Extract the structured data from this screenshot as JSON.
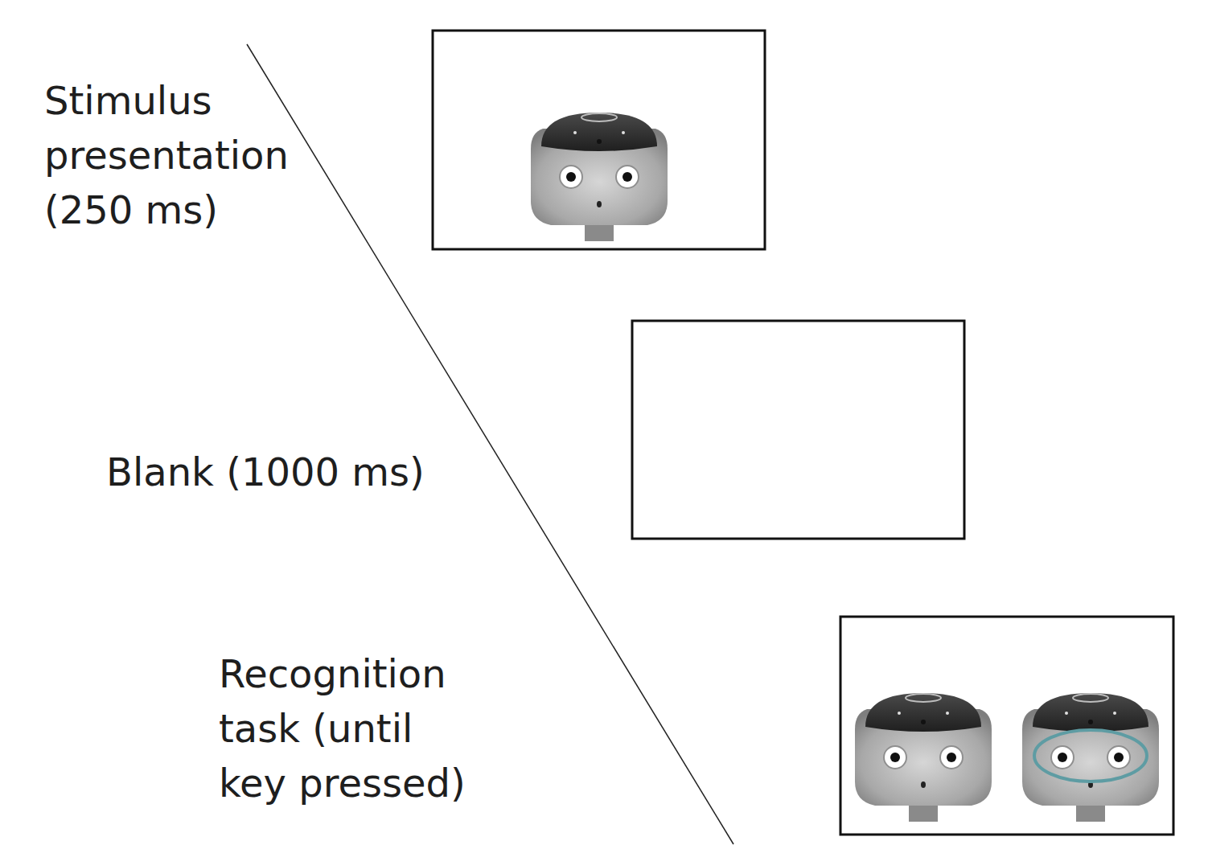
{
  "diagram": {
    "labels": [
      "Stimulus presentation (250 ms)",
      "Blank (1000 ms)",
      "Recognition task (until key pressed)"
    ]
  }
}
